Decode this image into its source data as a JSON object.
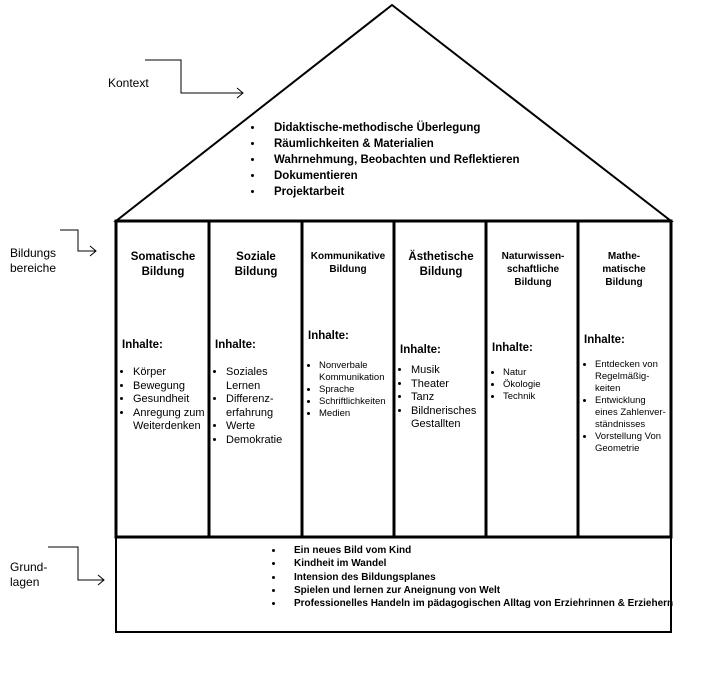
{
  "labels": {
    "kontext": "Kontext",
    "bildungsbereiche": [
      "Bildungs",
      "bereiche"
    ],
    "grundlagen": [
      "Grund-",
      "lagen"
    ]
  },
  "roof_items": [
    "Didaktische-methodische Überlegung",
    "Räumlichkeiten & Materialien",
    "Wahrnehmung, Beobachten und Reflektieren",
    "Dokumentieren",
    "Projektarbeit"
  ],
  "columns": [
    {
      "title": [
        "Somatische",
        "Bildung"
      ],
      "inhalte": "Inhalte:",
      "items": [
        "Körper",
        "Bewegung",
        "Gesundheit",
        "Anregung zum Weiterdenken"
      ]
    },
    {
      "title": [
        "Soziale",
        "Bildung"
      ],
      "inhalte": "Inhalte:",
      "items": [
        "Soziales Lernen",
        "Differenz-erfahrung",
        "Werte",
        "Demokratie"
      ]
    },
    {
      "title": [
        "Kommunikative",
        "Bildung"
      ],
      "inhalte": "Inhalte:",
      "items": [
        "Nonverbale Kommunikation",
        "Sprache",
        "Schriftlichkeiten",
        "Medien"
      ]
    },
    {
      "title": [
        "Ästhetische",
        "Bildung"
      ],
      "inhalte": "Inhalte:",
      "items": [
        "Musik",
        "Theater",
        "Tanz",
        "Bildnerisches Gestallten"
      ]
    },
    {
      "title": [
        "Naturwissen-",
        "schaftliche",
        "Bildung"
      ],
      "inhalte": "Inhalte:",
      "items": [
        "Natur",
        "Ökologie",
        "Technik"
      ]
    },
    {
      "title": [
        "Mathe-",
        "matische",
        "Bildung"
      ],
      "inhalte": "Inhalte:",
      "items": [
        "Entdecken von Regelmäßig-keiten",
        "Entwicklung eines Zahlenver-ständnisses",
        "Vorstellung Von Geometrie"
      ]
    }
  ],
  "foundation_items": [
    "Ein neues Bild vom Kind",
    "Kindheit im Wandel",
    "Intension des Bildungsplanes",
    "Spielen und lernen zur Aneignung von Welt",
    "Professionelles Handeln im pädagogischen Alltag von Erziehrinnen & Erziehern"
  ]
}
